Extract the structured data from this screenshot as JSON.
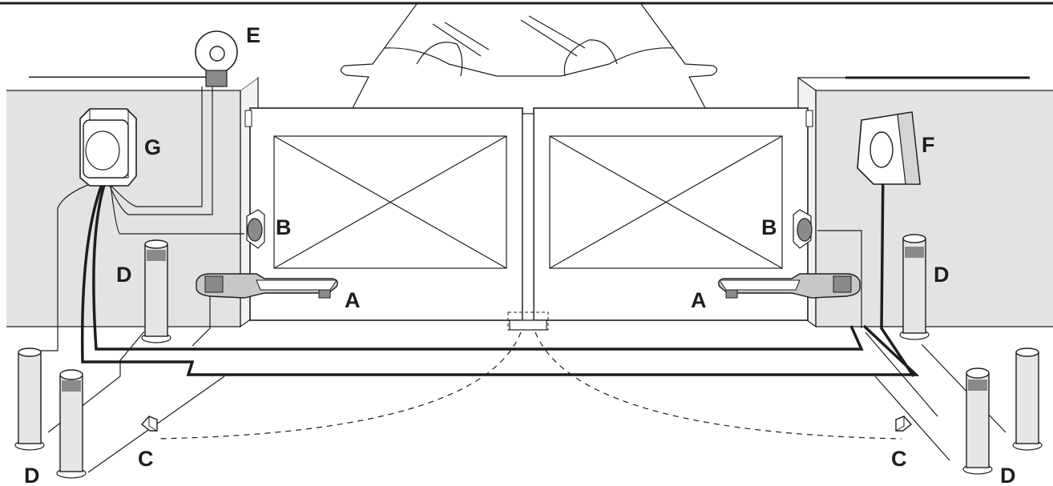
{
  "labels": {
    "motor_left": "A",
    "motor_right": "A",
    "photocell_left": "B",
    "photocell_right": "B",
    "floor_photocell_left": "C",
    "floor_photocell_right": "C",
    "column_left_inner": "D",
    "column_left_outer": "D",
    "column_right_inner": "D",
    "column_right_outer": "D",
    "flashing_light": "E",
    "key_selector": "F",
    "control_unit": "G"
  },
  "colors": {
    "wall": "#e3e3e3",
    "line": "#1d1d1b",
    "gate": "#ffffff",
    "metal": "#c8c8c8",
    "dark_cap": "#8a8a8a"
  }
}
